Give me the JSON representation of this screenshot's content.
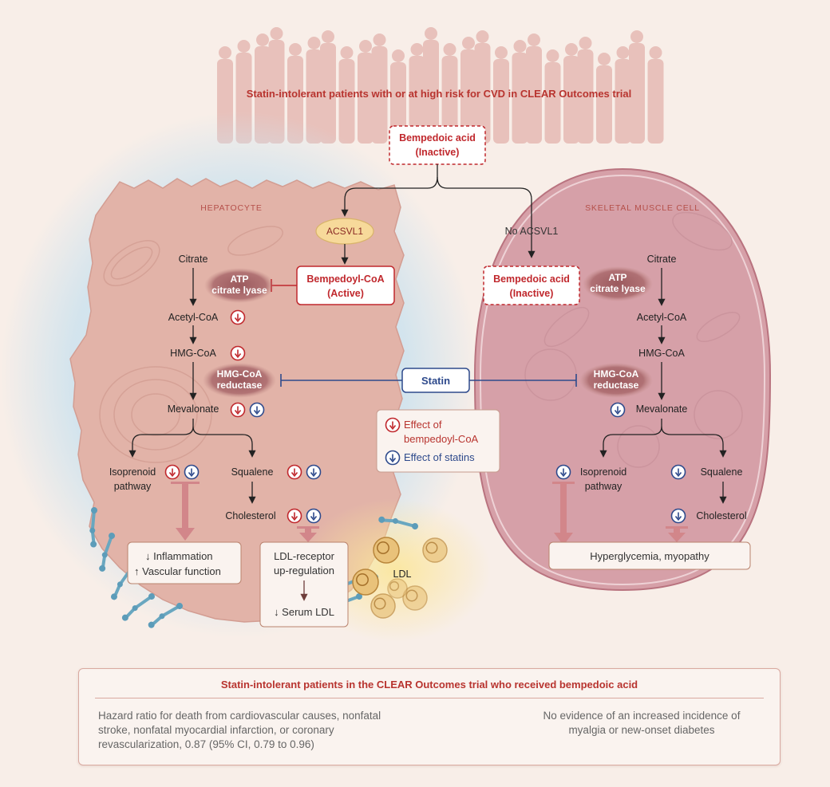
{
  "header": {
    "population": "Statin-intolerant patients with or at high risk for CVD in CLEAR Outcomes trial"
  },
  "drug_inactive": {
    "line1": "Bempedoic acid",
    "line2": "(Inactive)"
  },
  "hepatocyte": {
    "label": "HEPATOCYTE",
    "enzyme_acsvl1": "ACSVL1",
    "active_box": {
      "line1": "Bempedoyl-CoA",
      "line2": "(Active)"
    },
    "citrate": "Citrate",
    "atp_citrate_lyase": {
      "line1": "ATP",
      "line2": "citrate lyase"
    },
    "acetyl_coa": "Acetyl-CoA",
    "hmg_coa": "HMG-CoA",
    "hmg_coa_reductase": {
      "line1": "HMG-CoA",
      "line2": "reductase"
    },
    "mevalonate": "Mevalonate",
    "isoprenoid": {
      "line1": "Isoprenoid",
      "line2": "pathway"
    },
    "squalene": "Squalene",
    "cholesterol": "Cholesterol",
    "inflammation_box": {
      "line1": "↓ Inflammation",
      "line2": "↑ Vascular function"
    },
    "ldl_receptor_box": {
      "line1": "LDL-receptor",
      "line2": "up-regulation",
      "line3": "↓ Serum LDL"
    },
    "ldl": "LDL"
  },
  "statin": "Statin",
  "legend": {
    "bempedoyl": {
      "line1": "Effect of",
      "line2": "bempedoyl-CoA"
    },
    "statins": "Effect of statins"
  },
  "muscle": {
    "label": "SKELETAL MUSCLE CELL",
    "no_acsvl1": "No ACSVL1",
    "inactive_box": {
      "line1": "Bempedoic acid",
      "line2": "(Inactive)"
    },
    "citrate": "Citrate",
    "atp_citrate_lyase": {
      "line1": "ATP",
      "line2": "citrate lyase"
    },
    "acetyl_coa": "Acetyl-CoA",
    "hmg_coa": "HMG-CoA",
    "hmg_coa_reductase": {
      "line1": "HMG-CoA",
      "line2": "reductase"
    },
    "mevalonate": "Mevalonate",
    "isoprenoid": {
      "line1": "Isoprenoid",
      "line2": "pathway"
    },
    "squalene": "Squalene",
    "cholesterol": "Cholesterol",
    "outcome_box": "Hyperglycemia, myopathy"
  },
  "summary": {
    "title": "Statin-intolerant patients in the CLEAR Outcomes trial who received bempedoic acid",
    "left": "Hazard ratio for death from cardiovascular causes, nonfatal stroke, nonfatal myocardial infarction, or coronary revascularization, 0.87 (95% CI, 0.79 to 0.96)",
    "right": "No evidence of an increased incidence of myalgia or new-onset diabetes"
  },
  "colors": {
    "bempedoyl_red": "#c0282d",
    "statin_blue": "#2e4a8c",
    "hepatocyte_fill": "#e2b3a8",
    "muscle_fill": "#d6a0a8",
    "enzyme_fill": "#a9686b"
  }
}
